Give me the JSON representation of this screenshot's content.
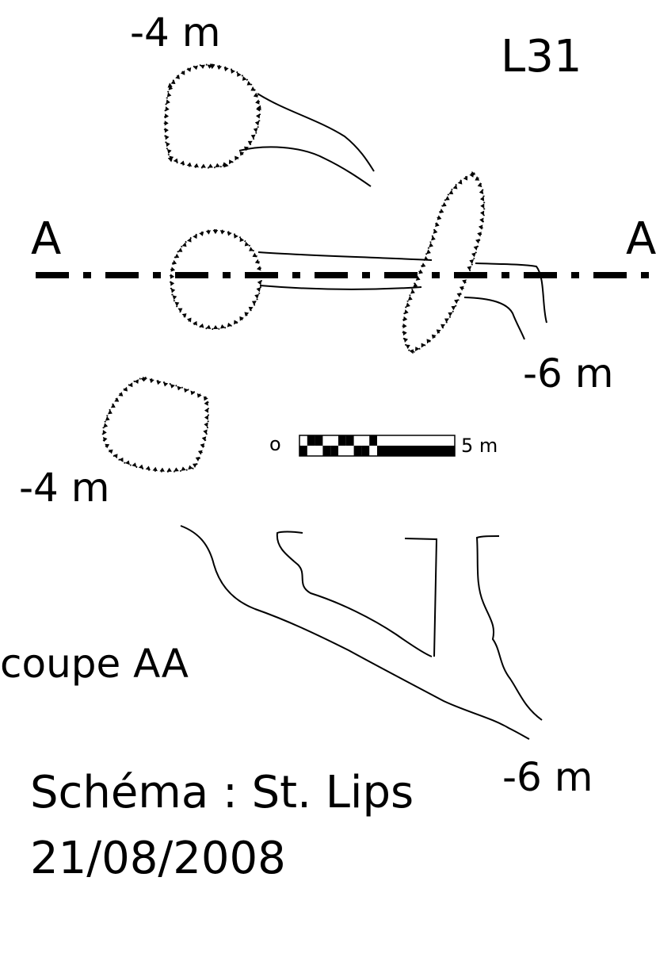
{
  "title": "L31",
  "section_marker": "A",
  "depths": {
    "top_pit": "-4 m",
    "lower_left_pit": "-4 m",
    "plan_bottom": "-6 m",
    "section_bottom": "-6 m"
  },
  "scale": {
    "start": "o",
    "end": "5 m"
  },
  "section_label": "coupe AA",
  "credit": "Schéma : St. Lips",
  "date": "21/08/2008",
  "colors": {
    "ink": "#000000",
    "paper": "#ffffff"
  }
}
